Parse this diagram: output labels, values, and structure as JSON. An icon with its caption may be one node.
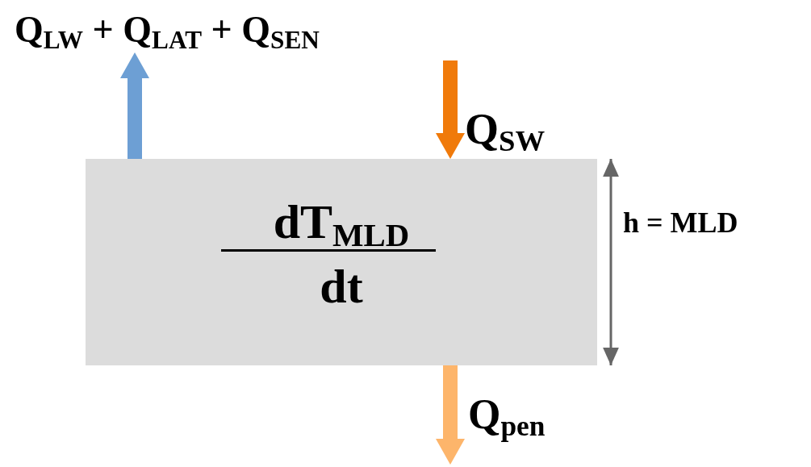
{
  "diagram": {
    "nodes": [
      {
        "text": [
          "Q$_{LW}$ + Q$_{LAT}$ + Q$_{SEN}$"
        ]
      },
      {
        "text": [
          "dT$_{MLD}$",
          "dt"
        ]
      }
    ],
    "edges": [
      {
        "from": 1,
        "to": 0,
        "arrow": "to",
        "color": "#6d9fd4"
      },
      {
        "from": null,
        "to": 1,
        "arrow": "to",
        "label": "Q$_{SW}$",
        "color": "#f07a0a"
      },
      {
        "from": 1,
        "to": null,
        "arrow": "to",
        "label": "Q$_{pen}$",
        "color": "#fdb56b"
      }
    ],
    "labels": [
      "h = MLD"
    ]
  }
}
